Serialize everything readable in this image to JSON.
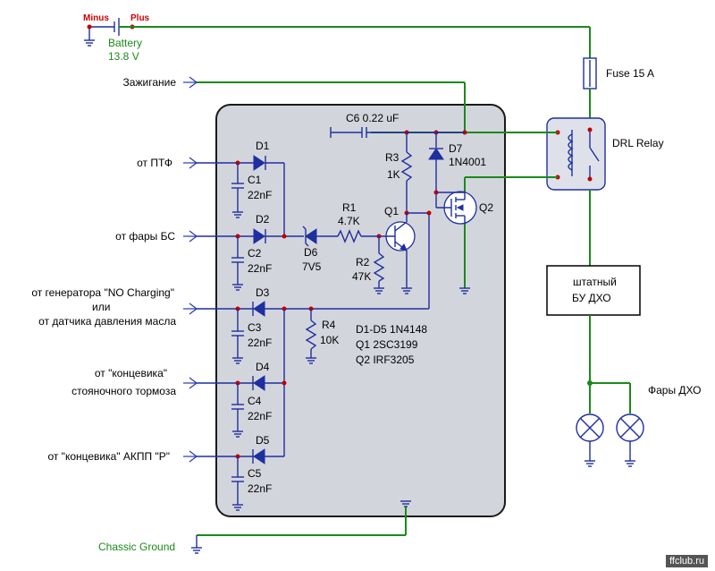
{
  "battery": {
    "minus": "Minus",
    "plus": "Plus",
    "name": "Battery",
    "voltage": "13.8 V"
  },
  "fuse": {
    "label": "Fuse 15 A"
  },
  "relay": {
    "label": "DRL Relay"
  },
  "drl_unit": {
    "line1": "штатный",
    "line2": "БУ  ДХО"
  },
  "lamps": {
    "label": "Фары ДХО"
  },
  "ground": {
    "label": "Chassic Ground"
  },
  "inputs": {
    "ignition": "Зажигание",
    "ptf": "от ПТФ",
    "headlights": "от фары БС",
    "charging_1": "от  генератора \"NO Charging\"",
    "charging_2": "или",
    "charging_3": "от датчика давления масла",
    "brake_1": "от \"концевика\"",
    "brake_2": "стояночного  тормоза",
    "akpp": "от  \"концевика\"   АКПП \"P\""
  },
  "components": {
    "c6": "C6  0.22 uF",
    "d7": "D7",
    "d7_type": "1N4001",
    "r3": "R3",
    "r3_val": "1K",
    "d1": "D1",
    "c1": "C1",
    "c1_val": "22nF",
    "d2": "D2",
    "c2": "C2",
    "c2_val": "22nF",
    "d3": "D3",
    "c3": "C3",
    "c3_val": "22nF",
    "d4": "D4",
    "c4": "C4",
    "c4_val": "22nF",
    "d5": "D5",
    "c5": "C5",
    "c5_val": "22nF",
    "d6": "D6",
    "d6_val": "7V5",
    "r1": "R1",
    "r1_val": "4.7K",
    "r2": "R2",
    "r2_val": "47K",
    "r4": "R4",
    "r4_val": "10K",
    "q1": "Q1",
    "q2": "Q2"
  },
  "parts_list": {
    "line1": "D1-D5  1N4148",
    "line2": "Q1  2SC3199",
    "line3": "Q2  IRF3205"
  },
  "watermark": "ffclub.ru"
}
